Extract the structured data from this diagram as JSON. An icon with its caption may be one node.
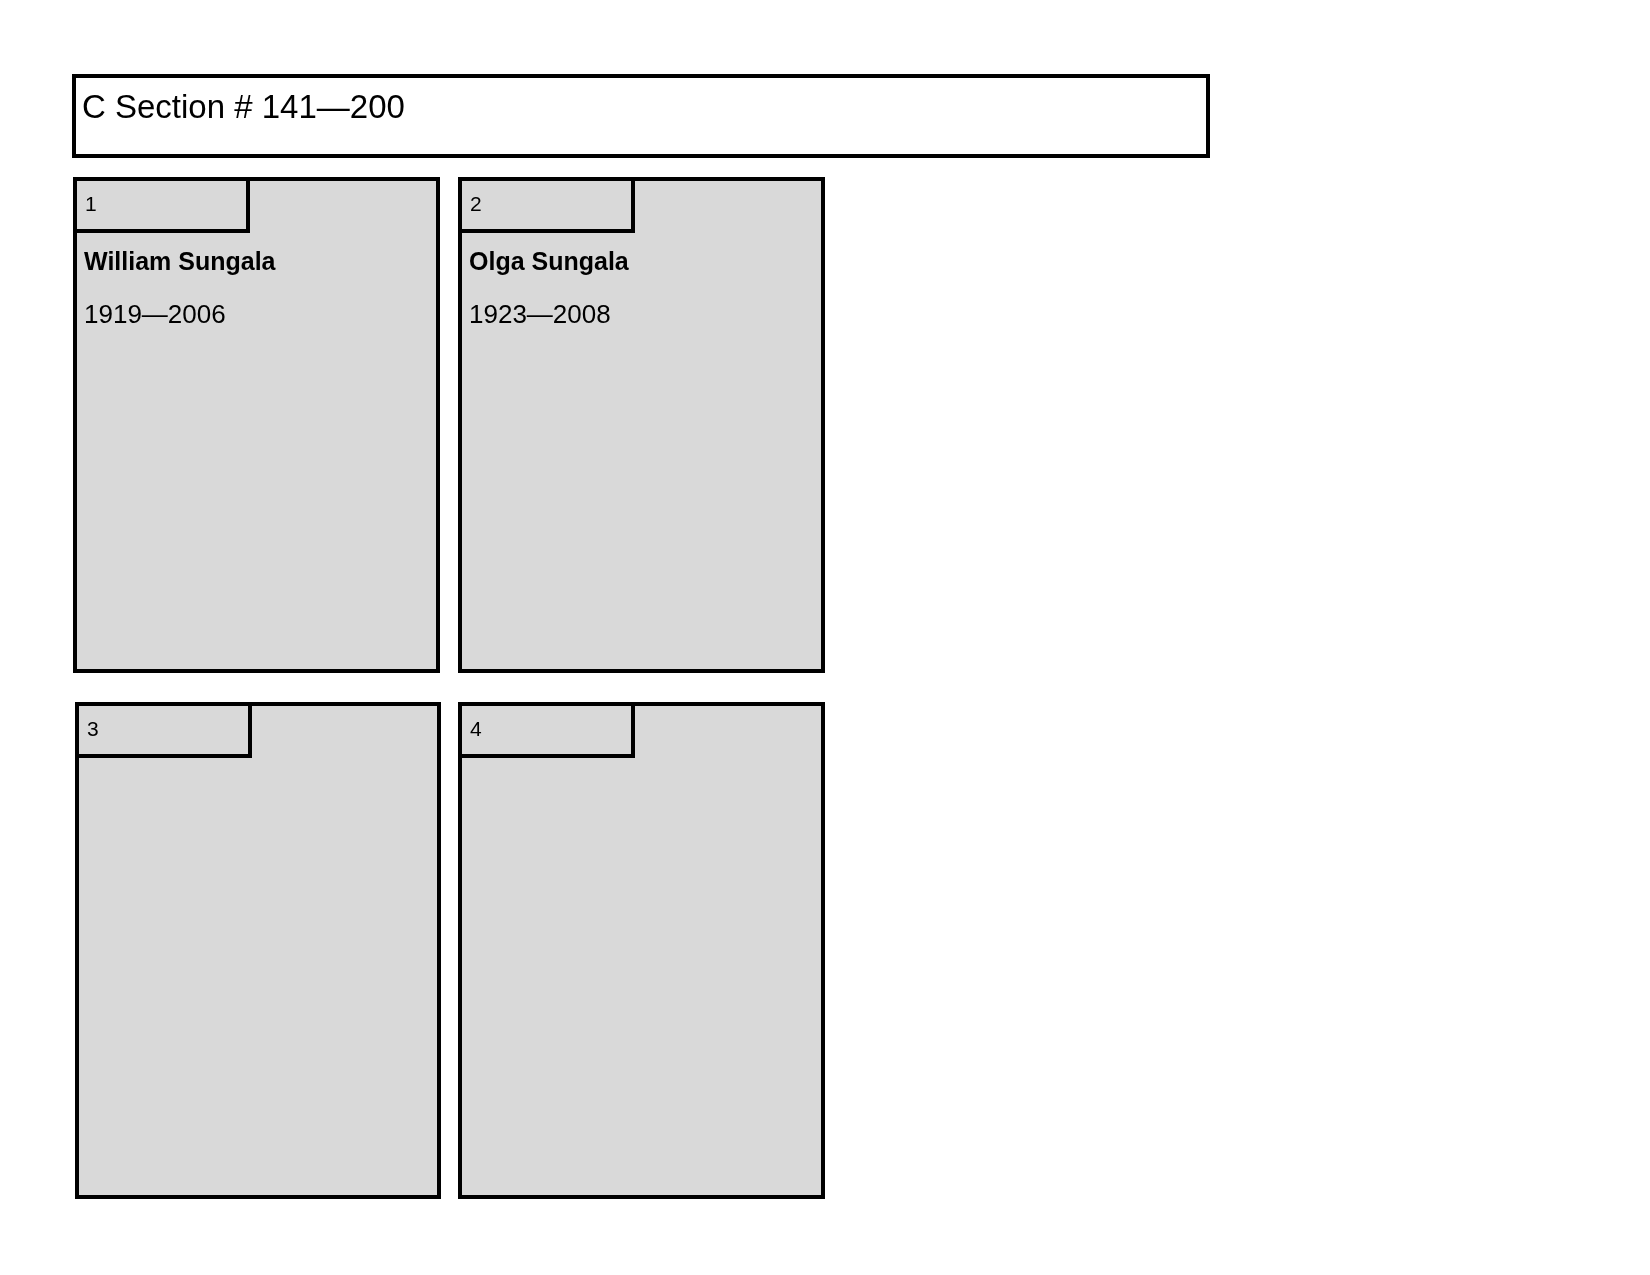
{
  "diagram": {
    "nodes": [
      {
        "text": [
          "C Section # 141—200"
        ]
      },
      {
        "text": [
          "William Sungala",
          "1919—2006"
        ]
      },
      {
        "text": [
          "1"
        ],
        "in": 1
      },
      {
        "text": [
          "Olga Sungala",
          "1923—2008"
        ]
      },
      {
        "text": [
          "2"
        ],
        "in": 3
      },
      {
        "text": [],
        "shape": "box"
      },
      {
        "text": [
          "3"
        ],
        "in": 5
      },
      {
        "text": [],
        "shape": "box"
      },
      {
        "text": [
          "4"
        ],
        "in": 7
      }
    ]
  }
}
